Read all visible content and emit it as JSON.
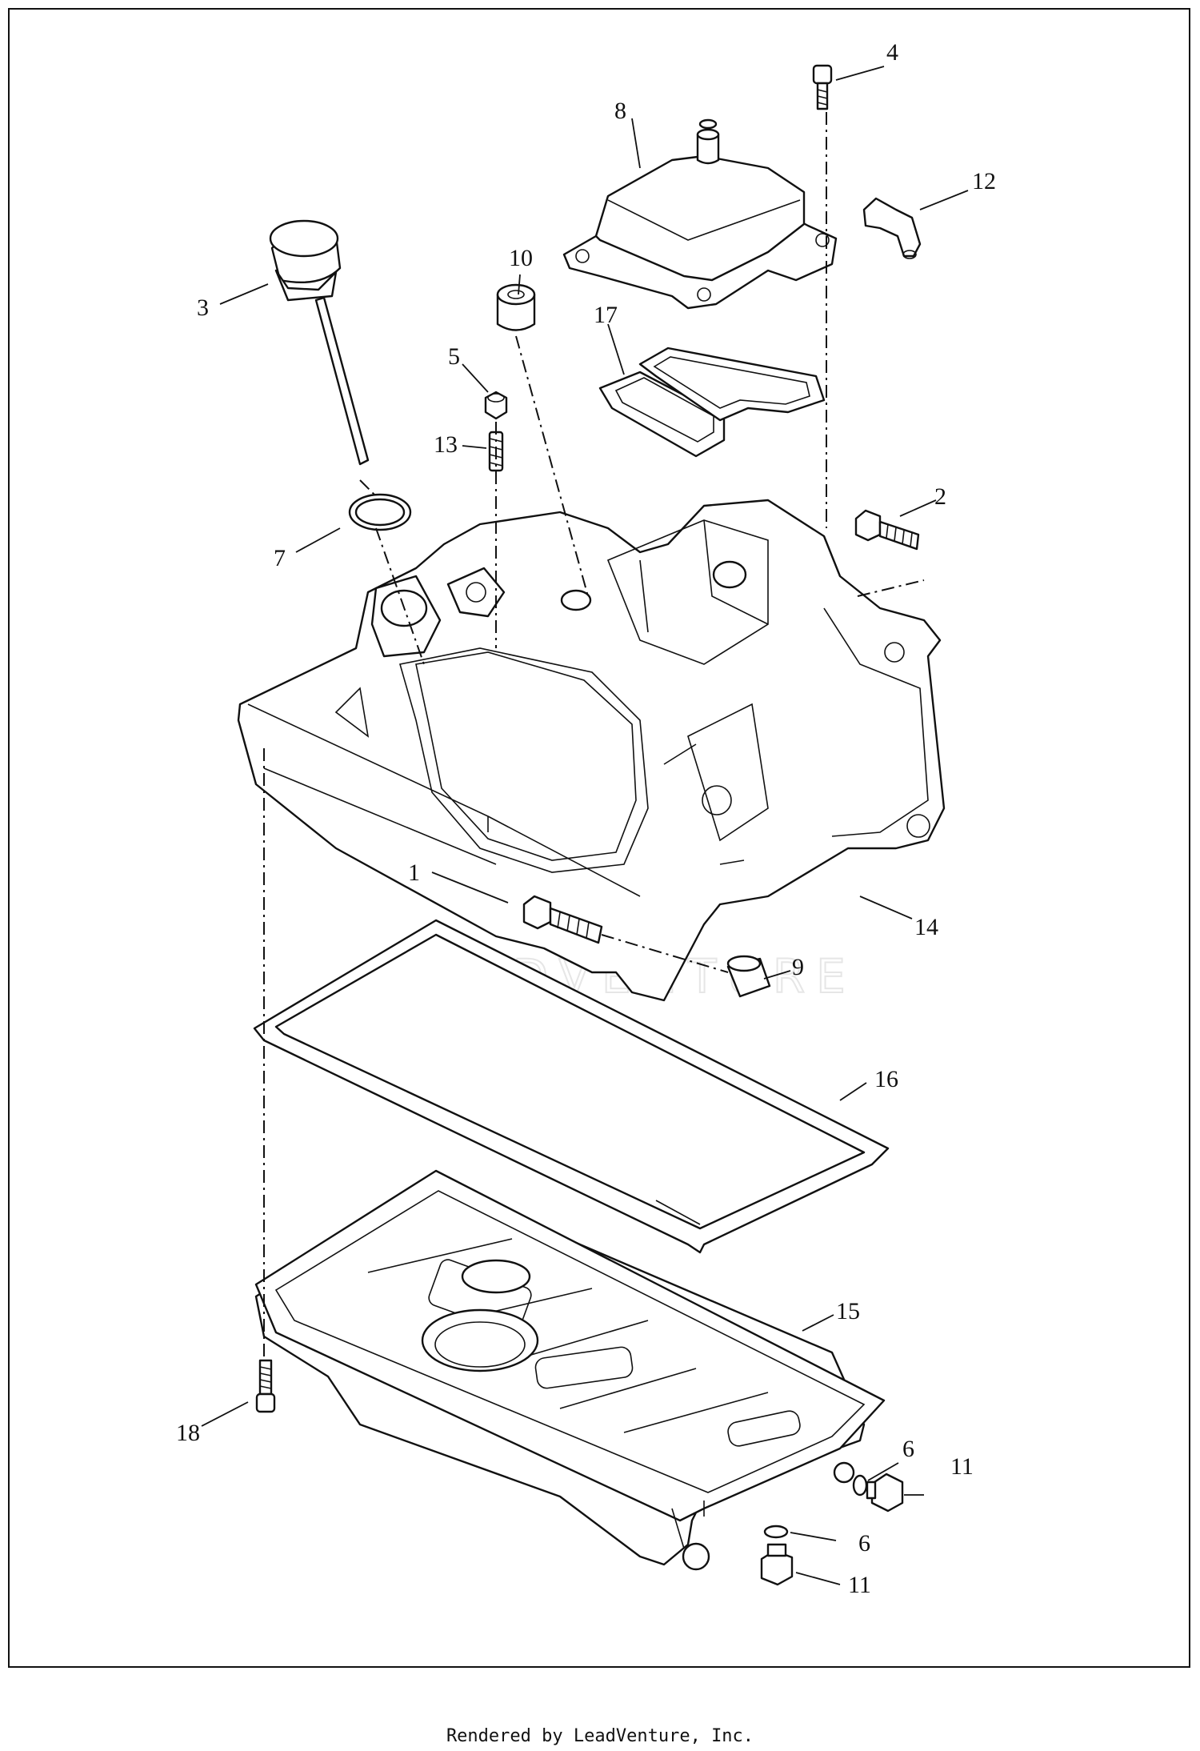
{
  "watermark": "LEADVENTURE",
  "footer": "Rendered by LeadVenture, Inc.",
  "callouts": [
    {
      "id": "1",
      "name": "callout-1"
    },
    {
      "id": "2",
      "name": "callout-2"
    },
    {
      "id": "3",
      "name": "callout-3"
    },
    {
      "id": "4",
      "name": "callout-4"
    },
    {
      "id": "5",
      "name": "callout-5"
    },
    {
      "id": "6",
      "name": "callout-6-upper"
    },
    {
      "id": "6",
      "name": "callout-6-lower"
    },
    {
      "id": "7",
      "name": "callout-7"
    },
    {
      "id": "8",
      "name": "callout-8"
    },
    {
      "id": "9",
      "name": "callout-9"
    },
    {
      "id": "10",
      "name": "callout-10"
    },
    {
      "id": "11",
      "name": "callout-11-upper"
    },
    {
      "id": "11",
      "name": "callout-11-lower"
    },
    {
      "id": "12",
      "name": "callout-12"
    },
    {
      "id": "13",
      "name": "callout-13"
    },
    {
      "id": "14",
      "name": "callout-14"
    },
    {
      "id": "15",
      "name": "callout-15"
    },
    {
      "id": "16",
      "name": "callout-16"
    },
    {
      "id": "17",
      "name": "callout-17"
    },
    {
      "id": "18",
      "name": "callout-18"
    }
  ]
}
